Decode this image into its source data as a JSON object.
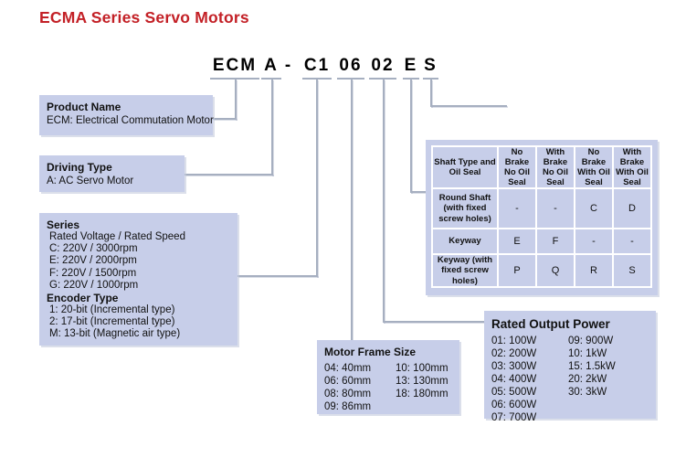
{
  "page_title": "ECMA Series Servo Motors",
  "model_code": {
    "groups": [
      "ECM",
      "A",
      "-",
      "C1",
      "06",
      "02",
      "E",
      "S"
    ]
  },
  "product_name": {
    "title": "Product Name",
    "line": "ECM: Electrical Commutation Motor"
  },
  "driving_type": {
    "title": "Driving Type",
    "line": "A: AC Servo Motor"
  },
  "series": {
    "title": "Series",
    "subtitle": "Rated Voltage / Rated Speed",
    "items": [
      "C: 220V / 3000rpm",
      "E: 220V / 2000rpm",
      "F: 220V / 1500rpm",
      "G: 220V / 1000rpm"
    ],
    "encoder_title": "Encoder Type",
    "encoder_items": [
      "1: 20-bit (Incremental type)",
      "2: 17-bit (Incremental type)",
      "M: 13-bit (Magnetic air type)"
    ]
  },
  "motor_frame_size": {
    "title": "Motor Frame Size",
    "col1": [
      "04: 40mm",
      "06: 60mm",
      "08: 80mm",
      "09: 86mm"
    ],
    "col2": [
      "10: 100mm",
      "13: 130mm",
      "18: 180mm"
    ]
  },
  "rated_output_power": {
    "title": "Rated Output Power",
    "col1": [
      "01: 100W",
      "02: 200W",
      "03: 300W",
      "04: 400W",
      "05: 500W",
      "06: 600W",
      "07: 700W"
    ],
    "col2": [
      "09: 900W",
      "10: 1kW",
      "15: 1.5kW",
      "20: 2kW",
      "30: 3kW"
    ]
  },
  "shaft_table": {
    "headers": [
      "Shaft Type and Oil Seal",
      "No Brake No Oil Seal",
      "With Brake No Oil Seal",
      "No Brake With Oil Seal",
      "With Brake With Oil Seal"
    ],
    "rows": [
      {
        "label": "Round Shaft (with fixed screw holes)",
        "values": [
          "-",
          "-",
          "C",
          "D"
        ]
      },
      {
        "label": "Keyway",
        "values": [
          "E",
          "F",
          "-",
          "-"
        ]
      },
      {
        "label": "Keyway (with fixed screw holes)",
        "values": [
          "P",
          "Q",
          "R",
          "S"
        ]
      }
    ]
  },
  "colors": {
    "accent_red": "#c32026",
    "box_fill": "#c7cee9",
    "connector": "#a6afc0"
  }
}
